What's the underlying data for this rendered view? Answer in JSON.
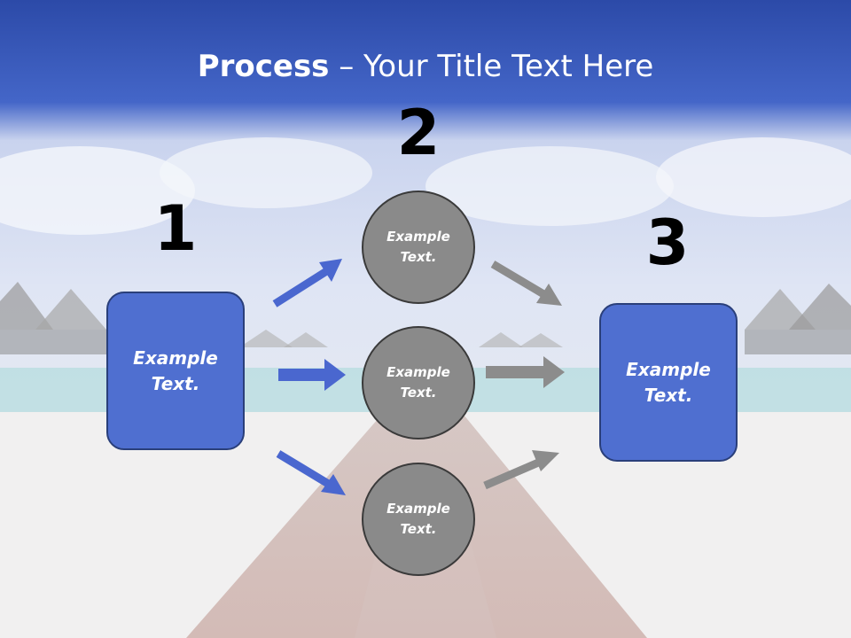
{
  "slide": {
    "title_bold": "Process",
    "title_rest": " – Your Title Text Here",
    "steps": {
      "one": "1",
      "two": "2",
      "three": "3"
    },
    "left_box": "Example\nText.",
    "right_box": "Example\nText.",
    "circles": [
      "Example\nText.",
      "Example\nText.",
      "Example\nText."
    ]
  },
  "colors": {
    "blue_box": "#4f6fd0",
    "blue_arrow": "#4a67cf",
    "gray_circle": "#8a8a8a",
    "gray_arrow": "#8c8c8c",
    "header_blue": "#3a5cc4"
  }
}
